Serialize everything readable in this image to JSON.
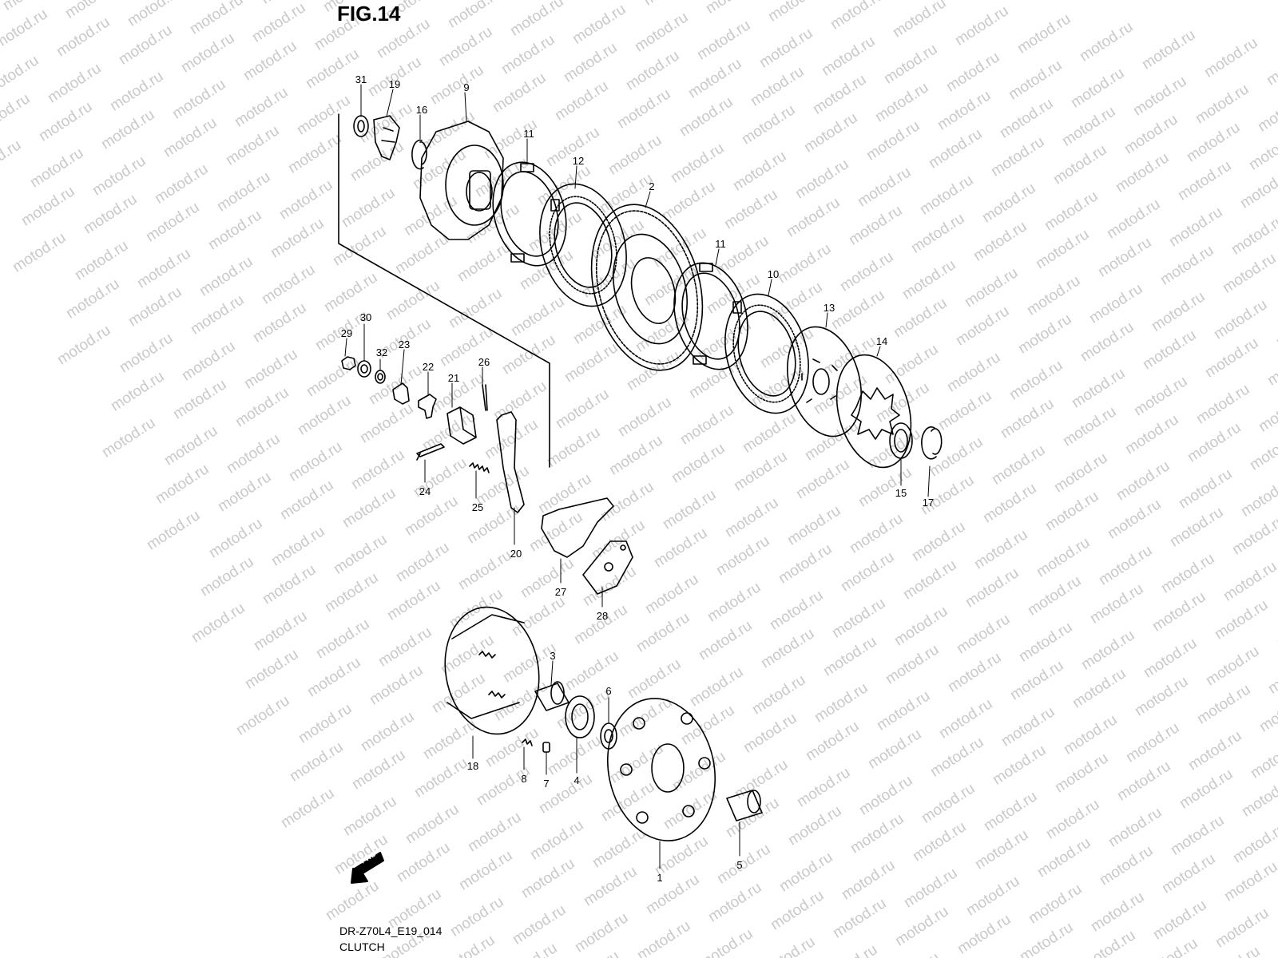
{
  "figure": {
    "title": "FIG.14",
    "code": "DR-Z70L4_E19_014",
    "name": "CLUTCH"
  },
  "watermark": {
    "text": "motod.ru",
    "color": "#c9c9c9"
  },
  "fwd_label": "FWD",
  "callouts": [
    {
      "id": "31",
      "label": "31"
    },
    {
      "id": "19",
      "label": "19"
    },
    {
      "id": "9",
      "label": "9"
    },
    {
      "id": "16",
      "label": "16"
    },
    {
      "id": "11a",
      "label": "11"
    },
    {
      "id": "12",
      "label": "12"
    },
    {
      "id": "2",
      "label": "2"
    },
    {
      "id": "11b",
      "label": "11"
    },
    {
      "id": "10",
      "label": "10"
    },
    {
      "id": "13",
      "label": "13"
    },
    {
      "id": "14",
      "label": "14"
    },
    {
      "id": "15",
      "label": "15"
    },
    {
      "id": "17",
      "label": "17"
    },
    {
      "id": "30",
      "label": "30"
    },
    {
      "id": "29",
      "label": "29"
    },
    {
      "id": "32",
      "label": "32"
    },
    {
      "id": "23",
      "label": "23"
    },
    {
      "id": "22",
      "label": "22"
    },
    {
      "id": "21",
      "label": "21"
    },
    {
      "id": "26",
      "label": "26"
    },
    {
      "id": "24",
      "label": "24"
    },
    {
      "id": "25",
      "label": "25"
    },
    {
      "id": "20",
      "label": "20"
    },
    {
      "id": "27",
      "label": "27"
    },
    {
      "id": "28",
      "label": "28"
    },
    {
      "id": "3",
      "label": "3"
    },
    {
      "id": "6",
      "label": "6"
    },
    {
      "id": "18",
      "label": "18"
    },
    {
      "id": "8",
      "label": "8"
    },
    {
      "id": "7",
      "label": "7"
    },
    {
      "id": "4",
      "label": "4"
    },
    {
      "id": "1",
      "label": "1"
    },
    {
      "id": "5",
      "label": "5"
    }
  ]
}
